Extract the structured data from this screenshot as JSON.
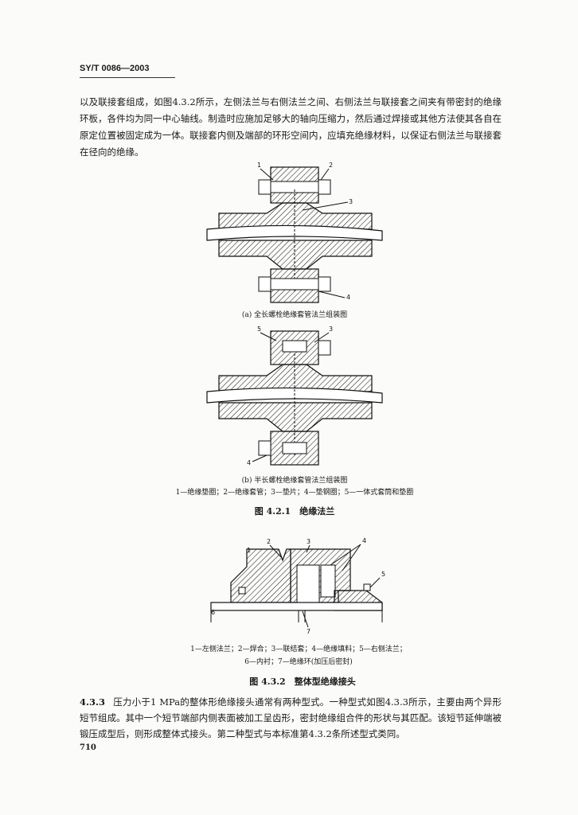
{
  "header": {
    "doc_code": "SY/T 0086—2003"
  },
  "intro_paragraph": "以及联接套组成，如图4.3.2所示，左侧法兰与右侧法兰之间、右侧法兰与联接套之间夹有带密封的绝缘环板，各件均为同一中心轴线。制造时应施加足够大的轴向压缩力，然后通过焊接或其他方法使其各自在原定位置被固定成为一体。联接套内侧及端部的环形空间内，应填充绝缘材料，以保证右侧法兰与联接套在径向的绝缘。",
  "figure_421": {
    "sub_a": {
      "caption": "(a) 全长螺栓绝缘套管法兰组装图",
      "labels": [
        "1",
        "2",
        "3",
        "4"
      ]
    },
    "sub_b": {
      "caption": "(b) 半长螺栓绝缘套管法兰组装图",
      "labels": [
        "5",
        "3",
        "4"
      ]
    },
    "legend": "1—绝缘垫圈；2—绝缘套管；3—垫片；4—垫钢圈；5—一体式套筒和垫圈",
    "title": "图 4.2.1　绝缘法兰"
  },
  "figure_432": {
    "labels": [
      "1",
      "2",
      "3",
      "4",
      "5",
      "6",
      "7"
    ],
    "legend_line1": "1—左侧法兰；2—焊合；3—联结套；4—绝缘填料；5—右侧法兰；",
    "legend_line2": "6—内衬；7—绝缘环(加压后密封)",
    "title": "图 4.3.2　整体型绝缘接头"
  },
  "section_433": {
    "number": "4.3.3",
    "text": "压力小于1 MPa的整体形绝缘接头通常有两种型式。一种型式如图4.3.3所示，主要由两个异形短节组成。其中一个短节端部内侧表面被加工呈齿形，密封绝缘组合件的形状与其匹配。该短节延伸端被锻压成型后，则形成整体式接头。第二种型式与本标准第4.3.2条所述型式类同。"
  },
  "page_number": "710",
  "colors": {
    "ink": "#1a1a1a",
    "paper": "#fbfbf9"
  }
}
